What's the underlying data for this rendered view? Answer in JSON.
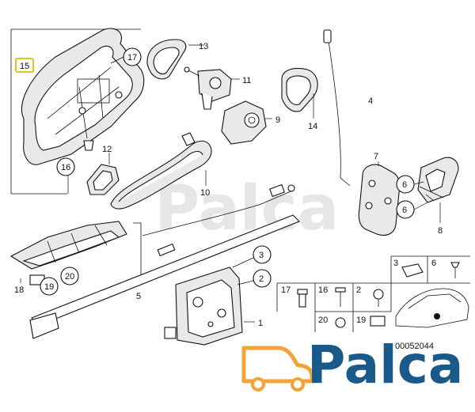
{
  "diagram": {
    "highlighted_label": "15",
    "callouts": {
      "c1": "1",
      "c2": "2",
      "c3": "3",
      "c4": "4",
      "c5": "5",
      "c6a": "6",
      "c6b": "6",
      "c7": "7",
      "c8": "8",
      "c9": "9",
      "c10": "10",
      "c11": "11",
      "c12": "12",
      "c13": "13",
      "c14": "14",
      "c16": "16",
      "c17": "17",
      "c18": "18",
      "c19": "19",
      "c20": "20"
    },
    "legend": {
      "row1": [
        "3",
        "6"
      ],
      "row2": [
        "17",
        "16",
        "2"
      ],
      "row3": [
        "20",
        "19"
      ]
    },
    "ref_code": "00052044"
  },
  "watermark": "Palca",
  "logo": {
    "text": "Palca",
    "accent_color": "#f2a33a",
    "text_color": "#1a5a8a"
  },
  "colors": {
    "highlight_border": "#e8c020",
    "line": "#111111"
  }
}
